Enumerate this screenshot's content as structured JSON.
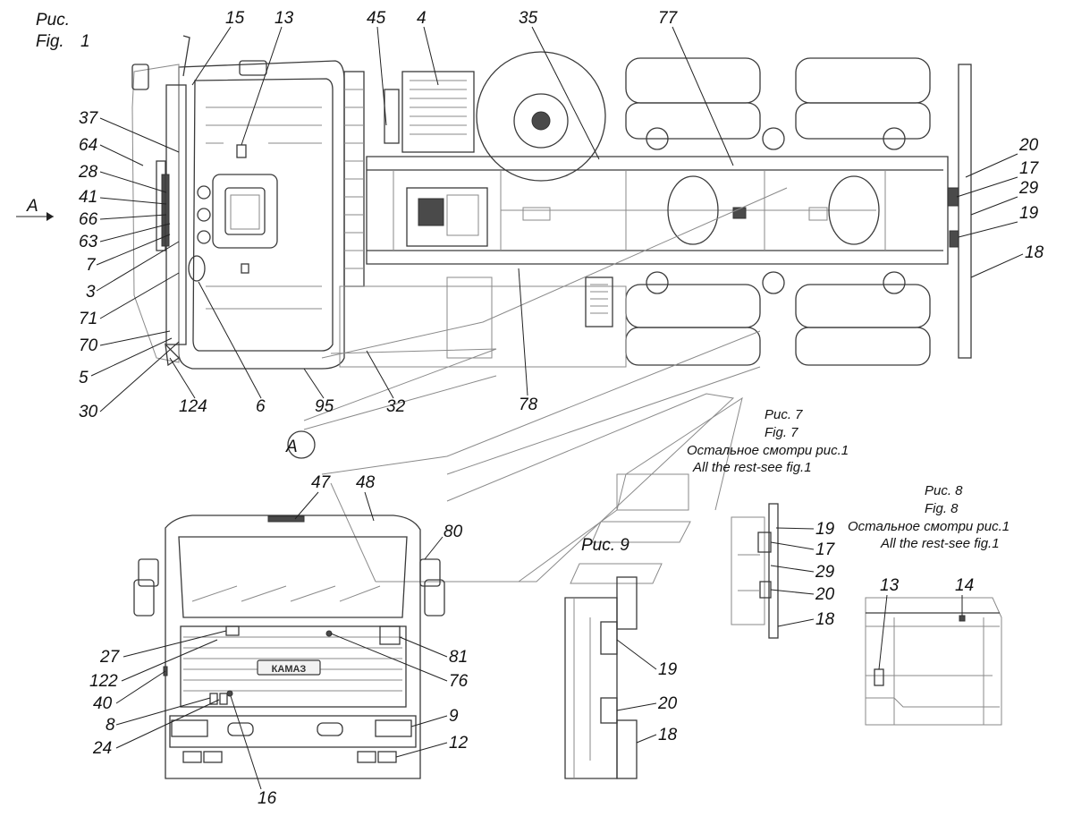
{
  "fig1": {
    "caption_ru": "Рис.",
    "caption_en": "Fig.",
    "number": "1",
    "view_label": "A"
  },
  "fig7": {
    "caption_ru": "Рис. 7",
    "caption_en": "Fig. 7",
    "note_ru": "Остальное смотри рис.1",
    "note_en": "All the rest-see fig.1"
  },
  "fig8": {
    "caption_ru": "Рис. 8",
    "caption_en": "Fig. 8",
    "note_ru": "Остальное смотри рис.1",
    "note_en": "All the rest-see fig.1"
  },
  "fig9": {
    "caption": "Рис. 9"
  },
  "callouts": {
    "c15": "15",
    "c13": "13",
    "c45": "45",
    "c4": "4",
    "c35": "35",
    "c77": "77",
    "c37": "37",
    "c64": "64",
    "c28": "28",
    "c41": "41",
    "c66": "66",
    "c63": "63",
    "c7": "7",
    "c3": "3",
    "c71": "71",
    "c70": "70",
    "c5": "5",
    "c30": "30",
    "c124": "124",
    "c6": "6",
    "c95": "95",
    "c32": "32",
    "c78": "78",
    "c20": "20",
    "c17": "17",
    "c29": "29",
    "c19": "19",
    "c18": "18",
    "c47": "47",
    "c48": "48",
    "c80": "80",
    "c27": "27",
    "c122": "122",
    "c40": "40",
    "c8": "8",
    "c24": "24",
    "c16": "16",
    "c81": "81",
    "c76": "76",
    "c9": "9",
    "c12": "12",
    "circleA": "A"
  },
  "fig7_callouts": {
    "c19": "19",
    "c17": "17",
    "c29": "29",
    "c20": "20",
    "c18": "18"
  },
  "fig8_callouts": {
    "c13": "13",
    "c14": "14"
  },
  "fig9_callouts": {
    "c19": "19",
    "c20": "20",
    "c18": "18"
  },
  "grille_text": {
    "brand": "КАМАЗ"
  }
}
